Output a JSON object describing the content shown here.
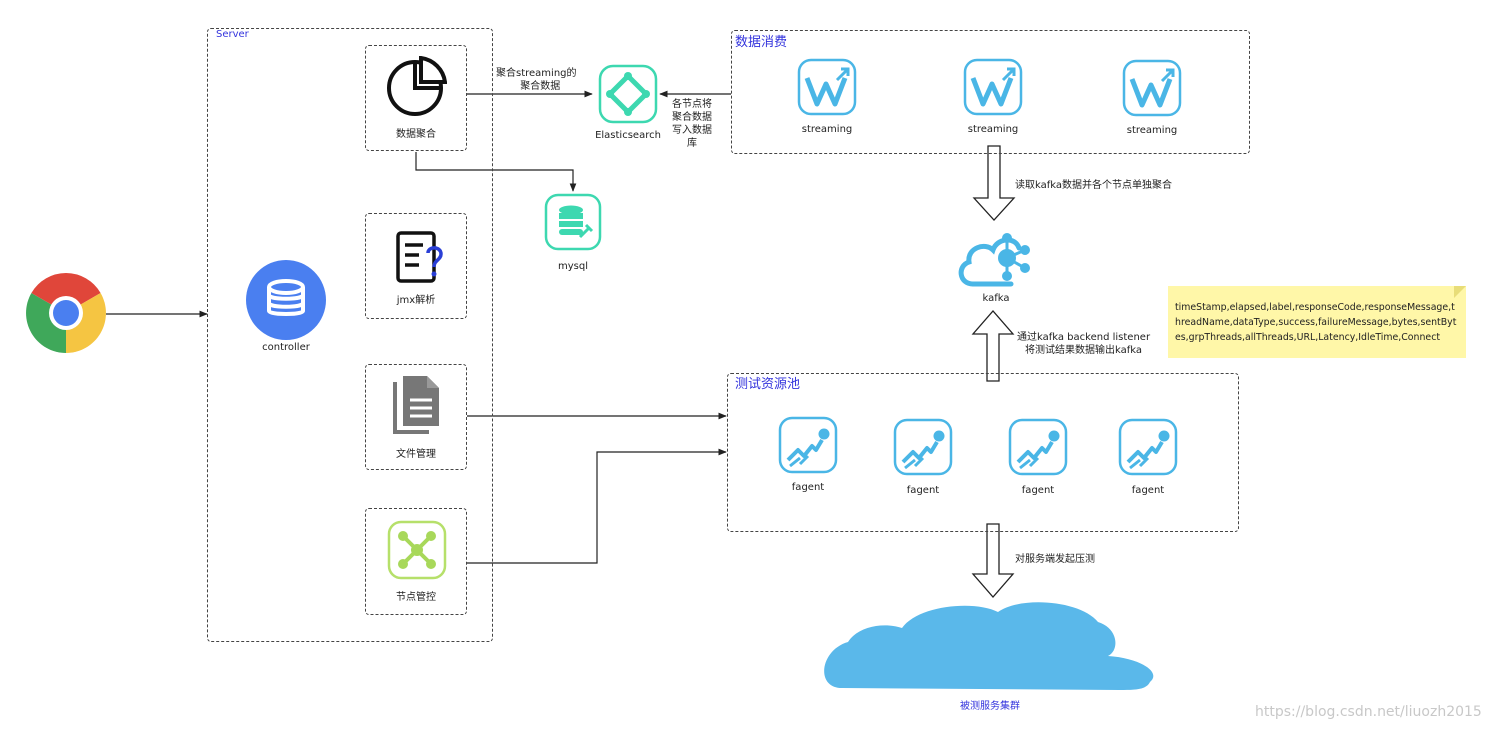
{
  "groups": {
    "server": "Server",
    "consume": "数据消费",
    "pool": "测试资源池"
  },
  "nodes": {
    "controller": "controller",
    "aggregate": "数据聚合",
    "jmx": "jmx解析",
    "files": "文件管理",
    "node_mgmt": "节点管控",
    "elasticsearch": "Elasticsearch",
    "mysql": "mysql",
    "kafka": "kafka",
    "streaming": [
      "streaming",
      "streaming",
      "streaming"
    ],
    "fagent": [
      "fagent",
      "fagent",
      "fagent",
      "fagent"
    ],
    "target": "被测服务集群"
  },
  "edges": {
    "agg_to_es_1": "聚合streaming的",
    "agg_to_es_2": "聚合数据",
    "stream_to_es": [
      "各节点将",
      "聚合数据",
      "写入数据",
      "库"
    ],
    "kafka_read": "读取kafka数据并各个节点单独聚合",
    "listener_1": "通过kafka backend listener",
    "listener_2": "将测试结果数据输出kafka",
    "pressure": "对服务端发起压测"
  },
  "note": "timeStamp,elapsed,label,responseCode,responseMessage,threadName,dataType,success,failureMessage,bytes,sentBytes,grpThreads,allThreads,URL,Latency,IdleTime,Connect",
  "watermark": "https://blog.csdn.net/liuozh2015",
  "colors": {
    "group_title": "#3333dd",
    "controller": "#4a7ff0",
    "elasticsearch": "#3dd8b0",
    "mysql": "#3dd8b0",
    "streaming": "#4ab6e6",
    "fagent": "#4ab6e6",
    "node_mgmt": "#a8d85a",
    "kafka": "#4ab6e6",
    "cloud": "#5ab8ea",
    "note": "#fff7a8"
  }
}
